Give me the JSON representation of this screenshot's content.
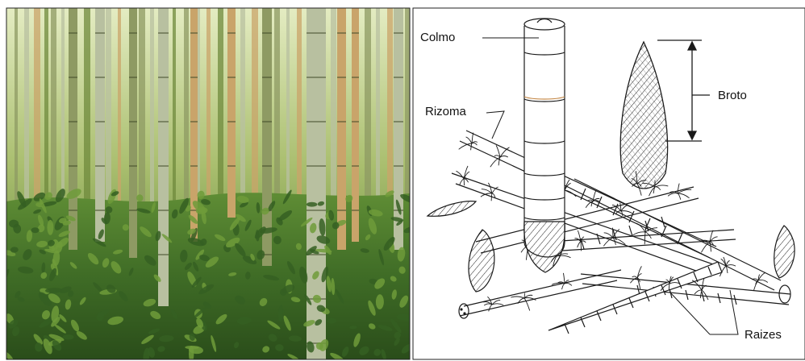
{
  "figure": {
    "photo": {
      "subject": "bamboo-forest-photo",
      "colors": {
        "sky": "#d9e2b0",
        "canopy": "#6f8a3c",
        "trunk_green": "#8e9a63",
        "trunk_gold": "#c9a46a",
        "trunk_pale": "#b8c0a0",
        "undergrowth": "#355f22",
        "undergrowth_light": "#6f9b3a"
      }
    },
    "diagram": {
      "colors": {
        "line": "#1a1a1a",
        "background": "#ffffff",
        "culm_node_accent": "#c58a4a"
      },
      "labels": {
        "colmo": "Colmo",
        "broto": "Broto",
        "rizoma": "Rizoma",
        "raizes": "Raizes"
      }
    }
  }
}
